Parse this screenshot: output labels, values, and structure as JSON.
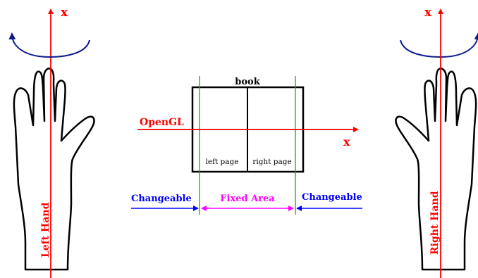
{
  "colors": {
    "axis_red": "#ff0000",
    "rotation_blue": "#0a1a8c",
    "changeable_blue": "#0000ff",
    "fixed_magenta": "#ff00ff",
    "guide_green": "#19a319",
    "outline_black": "#000000"
  },
  "labels": {
    "x_axis_left_hand": "x",
    "x_axis_right_hand": "x",
    "x_axis_opengl": "x",
    "opengl": "OpenGL",
    "book": "book",
    "left_page": "left page",
    "right_page": "right page",
    "changeable_left": "Changeable",
    "fixed_area": "Fixed Area",
    "changeable_right": "Changeable",
    "left_hand": "Left Hand",
    "right_hand": "Right Hand"
  },
  "icons": {
    "left_rotation": "counterclockwise-rotation-arrow-icon",
    "right_rotation": "clockwise-rotation-arrow-icon",
    "left_hand": "left-hand-outline-icon",
    "right_hand": "right-hand-outline-icon"
  }
}
